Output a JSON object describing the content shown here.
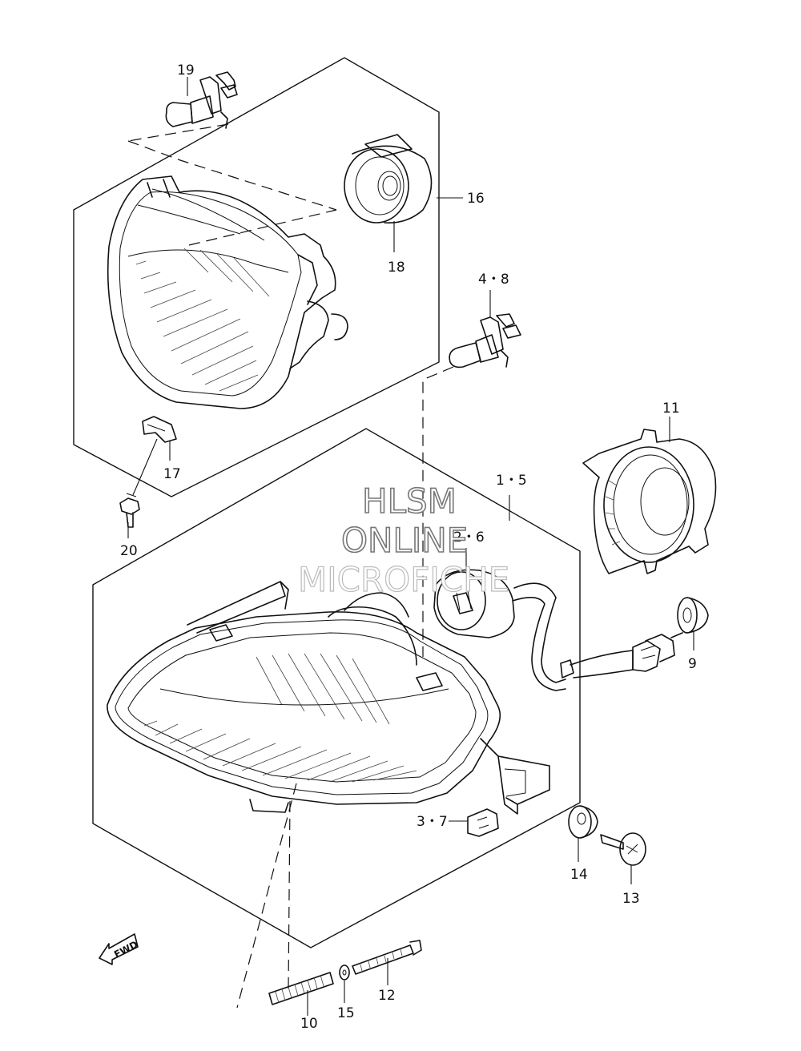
{
  "watermark": {
    "line1": "HLSM",
    "line2": "ONLINE",
    "line3": "MICROFICHE"
  },
  "direction_marker": "FWD",
  "callouts": {
    "c19": "19",
    "c16": "16",
    "c18": "18",
    "c4_8": "4・8",
    "c17": "17",
    "c20": "20",
    "c11": "11",
    "c1_5": "1・5",
    "c2_6": "2・6",
    "c9": "9",
    "c3_7": "3・7",
    "c14": "14",
    "c13": "13",
    "c12": "12",
    "c10": "10",
    "c15": "15"
  }
}
